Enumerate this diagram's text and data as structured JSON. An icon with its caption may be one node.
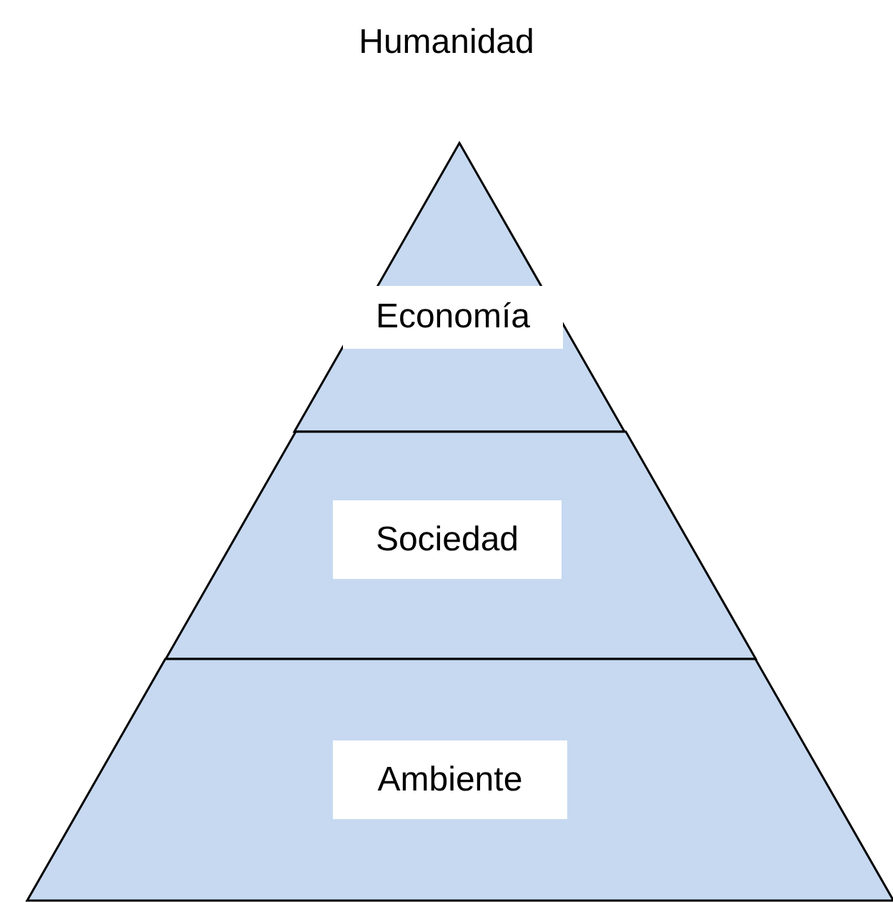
{
  "diagram": {
    "title": "Humanidad",
    "nodes": [
      {
        "text": [
          "Economía"
        ]
      },
      {
        "text": [
          "Sociedad"
        ]
      },
      {
        "text": [
          "Ambiente"
        ]
      }
    ]
  }
}
